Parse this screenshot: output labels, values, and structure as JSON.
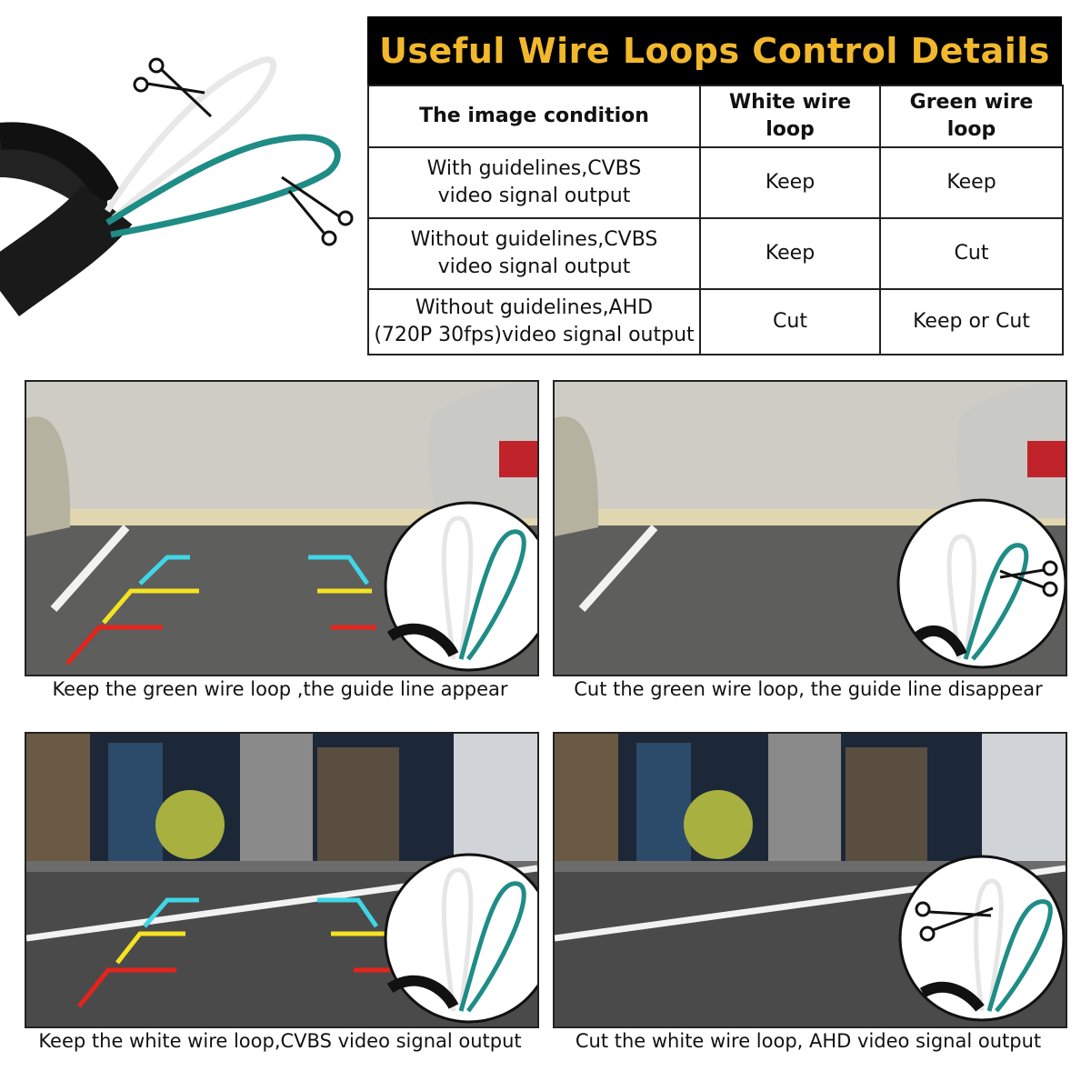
{
  "table": {
    "title": "Useful Wire Loops Control Details",
    "headers": [
      "The image condition",
      "White wire loop",
      "Green wire loop"
    ],
    "rows": [
      {
        "condition_line1": "With guidelines,CVBS",
        "condition_line2": "video signal output",
        "white": "Keep",
        "green": "Keep"
      },
      {
        "condition_line1": "Without guidelines,CVBS",
        "condition_line2": "video signal output",
        "white": "Keep",
        "green": "Cut"
      },
      {
        "condition_line1": "Without guidelines,AHD",
        "condition_line2": "(720P 30fps)video signal output",
        "white": "Cut",
        "green": "Keep or Cut"
      }
    ]
  },
  "panels": [
    {
      "caption": "Keep the green wire loop ,the guide line appear"
    },
    {
      "caption": "Cut the green wire loop, the guide line disappear"
    },
    {
      "caption": "Keep the white wire loop,CVBS video signal output"
    },
    {
      "caption": "Cut the white wire loop, AHD video signal output"
    }
  ],
  "colors": {
    "title_bg": "#000000",
    "title_text": "#f2b82c",
    "green_wire": "#1f8c86",
    "white_wire": "#e8e8e8",
    "guide_cyan": "#3fd6e6",
    "guide_yellow": "#f4e321",
    "guide_red": "#e5231c"
  }
}
